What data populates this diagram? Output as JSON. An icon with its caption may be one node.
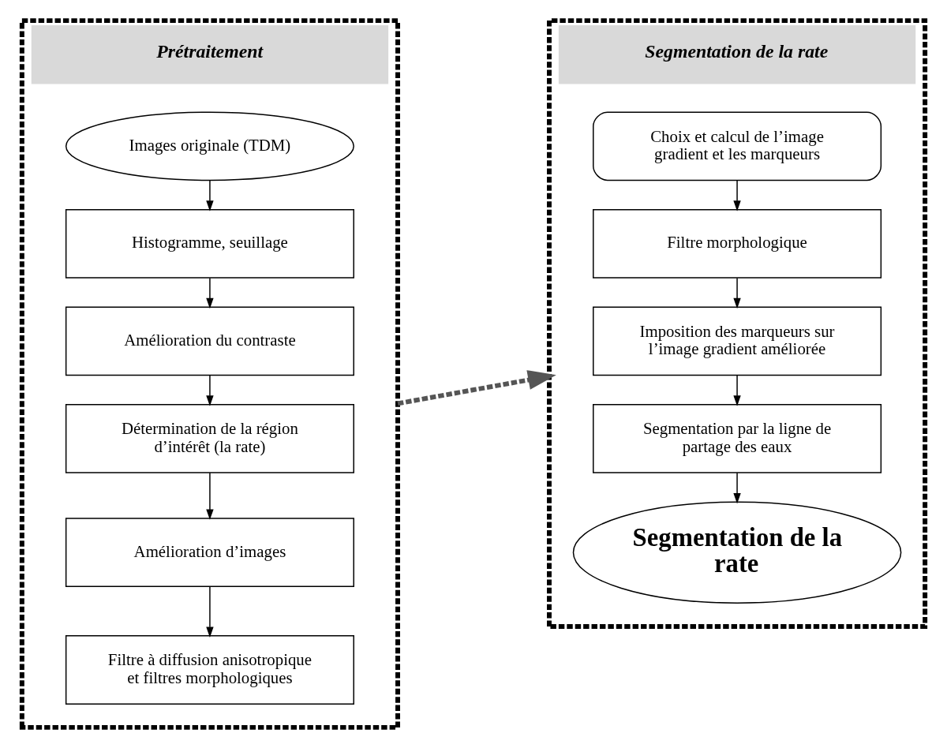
{
  "diagram": {
    "nodes": [
      {
        "text": [
          "Prétraitement"
        ]
      },
      {
        "text": [
          "Images originale (TDM)"
        ],
        "in": 0
      },
      {
        "text": [
          "Histogramme, seuillage"
        ],
        "in": 0
      },
      {
        "text": [
          "Amélioration du contraste"
        ],
        "in": 0
      },
      {
        "text": [
          "Détermination de la région d’intérêt (la rate)"
        ],
        "in": 0
      },
      {
        "text": [
          "Amélioration d’images"
        ],
        "in": 0
      },
      {
        "text": [
          "Filtre à diffusion anisotropique et filtres morphologiques"
        ],
        "in": 0
      },
      {
        "text": [
          "Segmentation de la rate"
        ]
      },
      {
        "text": [
          "Choix et calcul de l’image gradient et les marqueurs"
        ],
        "in": 7
      },
      {
        "text": [
          "Filtre morphologique"
        ],
        "in": 7
      },
      {
        "text": [
          "Imposition des marqueurs sur l’image gradient améliorée"
        ],
        "in": 7
      },
      {
        "text": [
          "Segmentation par la ligne de partage des eaux"
        ],
        "in": 7
      },
      {
        "text": [
          "Segmentation de la rate"
        ],
        "in": 7
      }
    ],
    "edges": [
      {
        "from": 1,
        "to": 2,
        "arrow": "to"
      },
      {
        "from": 2,
        "to": 3,
        "arrow": "to"
      },
      {
        "from": 3,
        "to": 4,
        "arrow": "to"
      },
      {
        "from": 4,
        "to": 5,
        "arrow": "to"
      },
      {
        "from": 5,
        "to": 6,
        "arrow": "to"
      },
      {
        "from": 0,
        "to": 7,
        "arrow": "to",
        "style": "dashed"
      },
      {
        "from": 8,
        "to": 9,
        "arrow": "to"
      },
      {
        "from": 9,
        "to": 10,
        "arrow": "to"
      },
      {
        "from": 10,
        "to": 11,
        "arrow": "to"
      },
      {
        "from": 11,
        "to": 12,
        "arrow": "to"
      }
    ]
  }
}
